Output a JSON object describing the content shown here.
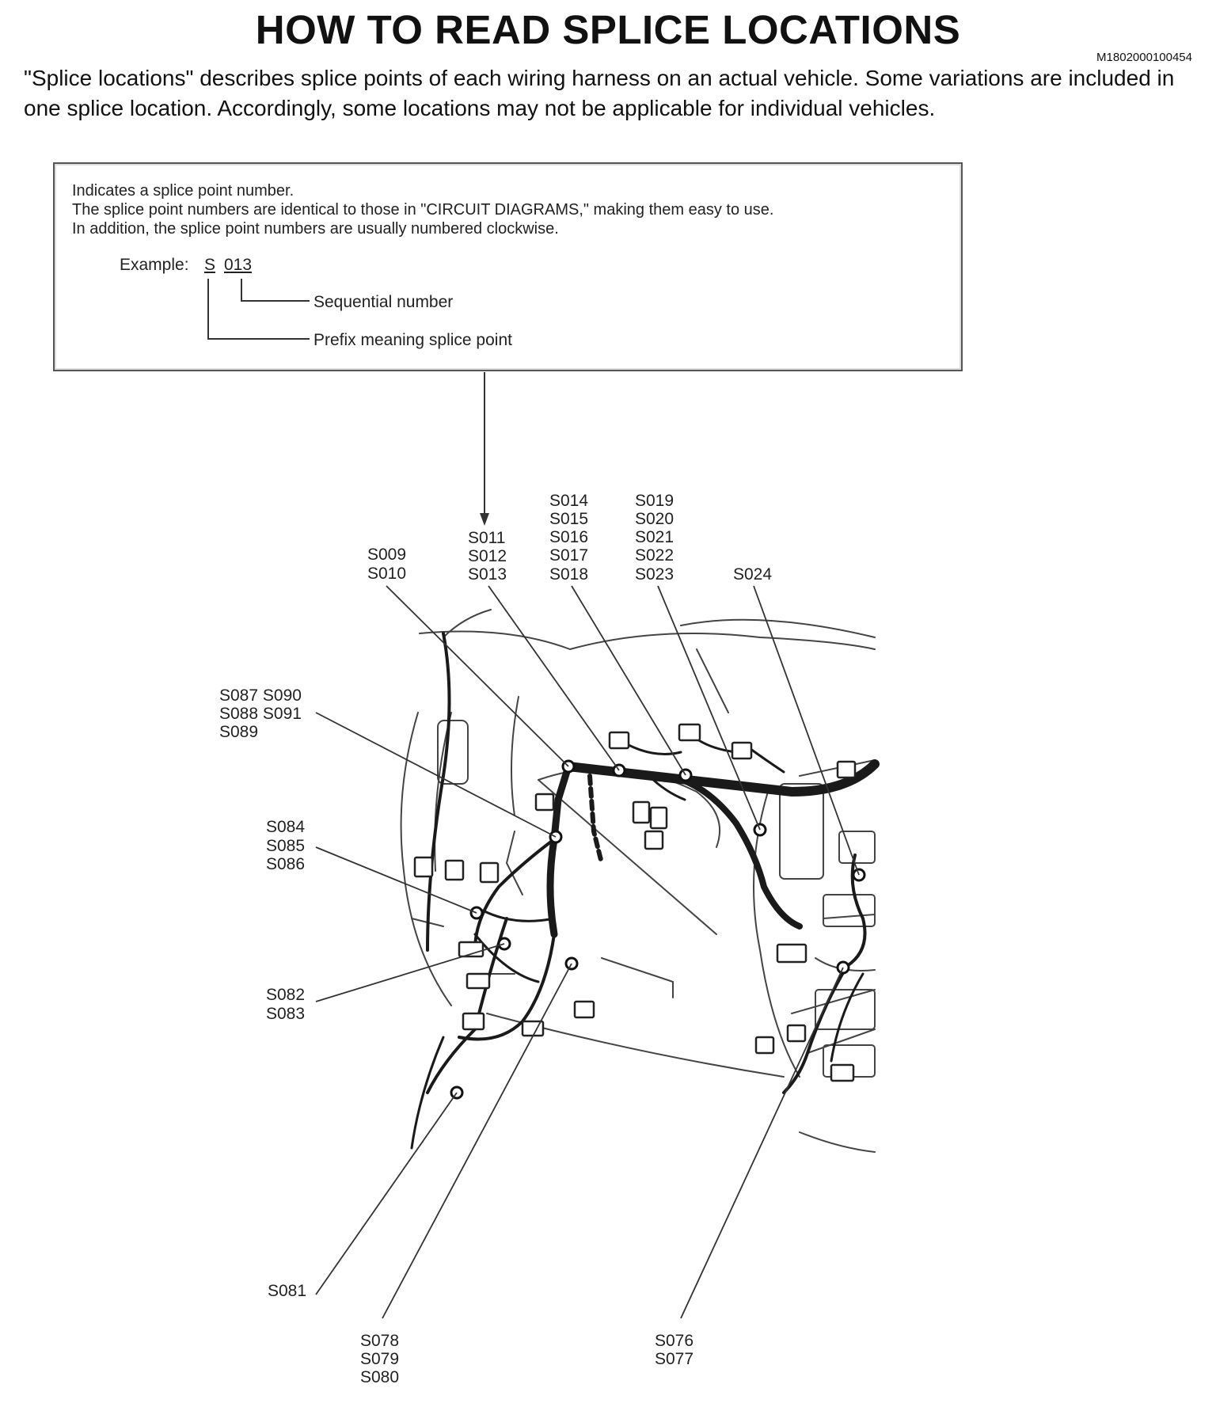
{
  "page": {
    "title": "HOW TO READ SPLICE LOCATIONS",
    "doc_code": "M1802000100454",
    "intro": "\"Splice locations\" describes splice points of each wiring harness on an actual vehicle. Some variations are included in one splice location. Accordingly, some locations may not be applicable for individual vehicles."
  },
  "explain_box": {
    "lines": [
      "Indicates a splice point number.",
      "The splice point numbers are identical to those in \"CIRCUIT DIAGRAMS,\" making them easy to use.",
      "In addition, the splice point numbers are usually numbered clockwise."
    ],
    "example_label": "Example:",
    "example_prefix": "S",
    "example_number": "013",
    "sequential_label": "Sequential number",
    "prefix_label": "Prefix meaning splice point"
  },
  "callouts": [
    {
      "id": "s009",
      "lines": [
        "S009",
        "S010"
      ]
    },
    {
      "id": "s011",
      "lines": [
        "S011",
        "S012",
        "S013"
      ]
    },
    {
      "id": "s014",
      "lines": [
        "S014",
        "S015",
        "S016",
        "S017",
        "S018"
      ]
    },
    {
      "id": "s019",
      "lines": [
        "S019",
        "S020",
        "S021",
        "S022",
        "S023"
      ]
    },
    {
      "id": "s024",
      "lines": [
        "S024"
      ]
    },
    {
      "id": "s087",
      "lines": [
        "S087 S090",
        "S088 S091",
        "S089"
      ]
    },
    {
      "id": "s084",
      "lines": [
        "S084",
        "S085",
        "S086"
      ]
    },
    {
      "id": "s082",
      "lines": [
        "S082",
        "S083"
      ]
    },
    {
      "id": "s081",
      "lines": [
        "S081"
      ]
    },
    {
      "id": "s078",
      "lines": [
        "S078",
        "S079",
        "S080"
      ]
    },
    {
      "id": "s076",
      "lines": [
        "S076",
        "S077"
      ]
    }
  ]
}
